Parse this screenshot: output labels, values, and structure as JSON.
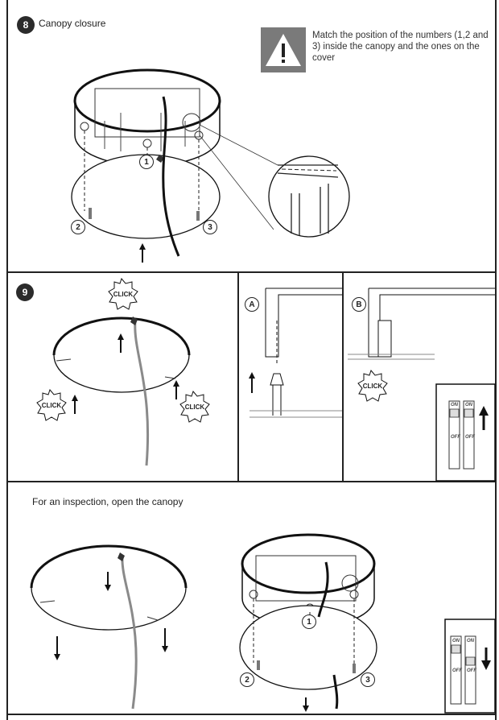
{
  "step8": {
    "badge": "8",
    "title": "Canopy closure",
    "warning_text": "Match the position of the numbers (1,2 and 3)  inside the canopy and the ones on the cover",
    "markers": [
      "1",
      "2",
      "3"
    ]
  },
  "step9": {
    "badge": "9",
    "click_label": "CLICK",
    "panel_a_label": "A",
    "panel_b_label": "B",
    "switch_on": "ON",
    "switch_off": "OFF"
  },
  "inspection": {
    "title": "For an inspection, open the canopy",
    "markers": [
      "1",
      "2",
      "3"
    ],
    "switch_on": "ON",
    "switch_off": "OFF"
  },
  "colors": {
    "ink": "#222222",
    "warning_bg": "#7a7a7a",
    "cable_grey": "#8a8a8a"
  }
}
